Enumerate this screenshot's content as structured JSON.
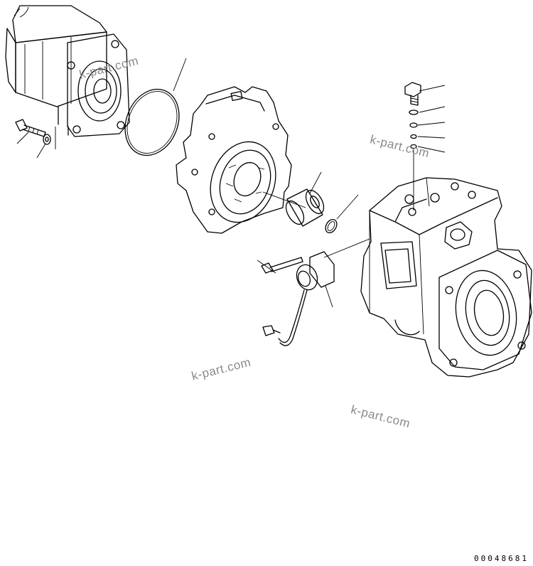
{
  "watermarks": [
    "k-part.com",
    "k-part.com",
    "k-part.com",
    "k-part.com"
  ],
  "document_number": "00048681",
  "parts": [
    {
      "name": "gear-pump",
      "icon": "gear-pump-icon"
    },
    {
      "name": "o-ring",
      "icon": "o-ring-icon"
    },
    {
      "name": "mounting-bolt",
      "icon": "bolt-icon"
    },
    {
      "name": "washer",
      "icon": "washer-icon"
    },
    {
      "name": "end-cap",
      "icon": "end-cap-icon"
    },
    {
      "name": "sleeve",
      "icon": "sleeve-icon"
    },
    {
      "name": "small-ring",
      "icon": "ring-icon"
    },
    {
      "name": "solenoid-valve",
      "icon": "solenoid-icon"
    },
    {
      "name": "solenoid-bolt",
      "icon": "bolt-icon"
    },
    {
      "name": "plug",
      "icon": "plug-icon"
    },
    {
      "name": "spring",
      "icon": "spring-icon"
    },
    {
      "name": "piston-pump",
      "icon": "piston-pump-icon"
    }
  ]
}
